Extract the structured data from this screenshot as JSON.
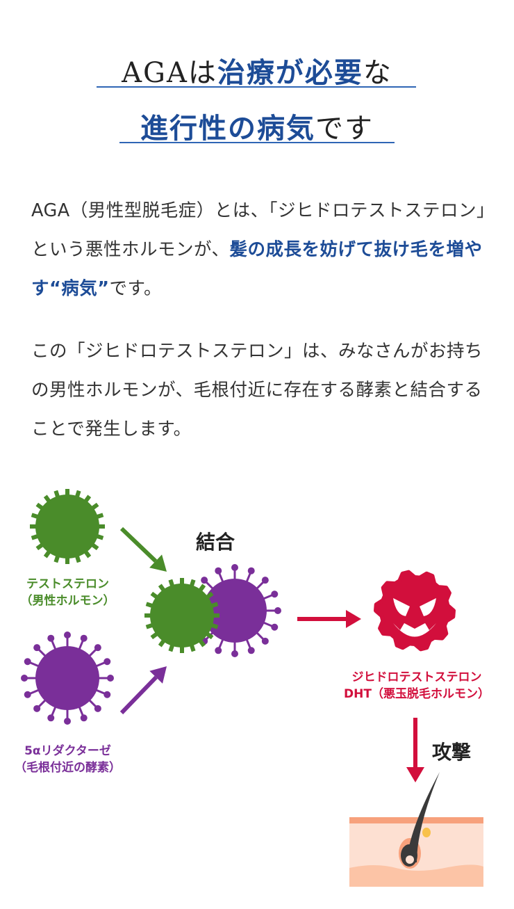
{
  "heading": {
    "line1_a": "AGAは",
    "line1_b": "治療が必要",
    "line1_c": "な",
    "line2_a": "進行性の病気",
    "line2_b": "です"
  },
  "paragraph1": {
    "a": "AGA（男性型脱毛症）とは、「ジヒドロテストステロン」という悪性ホルモンが、",
    "b": "髪の成長を妨げて抜け毛を増やす“病気”",
    "c": "です。"
  },
  "paragraph2": "この「ジヒドロテストステロン」は、みなさんがお持ちの男性ホルモンが、毛根付近に存在する酵素と結合することで発生します。",
  "diagram": {
    "testosterone": [
      "テストステロン",
      "（男性ホルモン）"
    ],
    "reductase": [
      "5αリダクターゼ",
      "（毛根付近の酵素）"
    ],
    "bind_label": "結合",
    "dht": [
      "ジヒドロテストステロン",
      "DHT（悪玉脱毛ホルモン）"
    ],
    "attack_label": "攻撃"
  },
  "colors": {
    "blue": "#1d4c97",
    "green": "#4a8c2a",
    "purple": "#7a2f99",
    "red": "#d20f3c"
  }
}
